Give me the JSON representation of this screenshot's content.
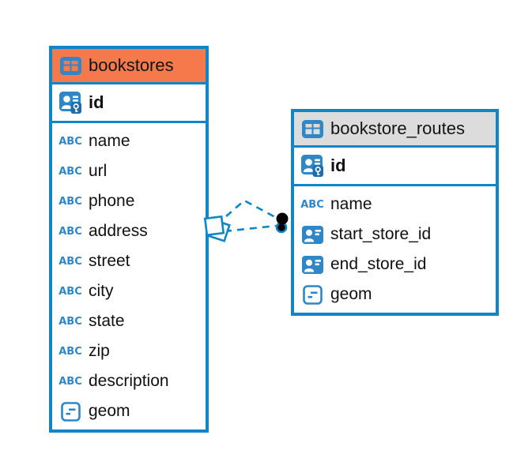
{
  "diagram": {
    "colors": {
      "line_blue": "#0e86c8",
      "accent_blue": "#2e87c9",
      "icon_blue_fill": "#2f87c8",
      "icon_badge_blue": "#1e6dac",
      "header_bookstores": "#f5794b",
      "header_routes": "#dcdcdc",
      "endpoint_dot": "#000000",
      "text": "#111111"
    },
    "icons": {
      "table": "table-icon",
      "pk": "person-key-icon",
      "fk": "person-card-icon",
      "text": "abc-icon",
      "geom": "geometry-icon"
    },
    "tables": [
      {
        "name": "bookstores",
        "header_color": "#f5794b",
        "columns": [
          {
            "name": "id",
            "type": "pk"
          },
          {
            "name": "name",
            "type": "text"
          },
          {
            "name": "url",
            "type": "text"
          },
          {
            "name": "phone",
            "type": "text"
          },
          {
            "name": "address",
            "type": "text"
          },
          {
            "name": "street",
            "type": "text"
          },
          {
            "name": "city",
            "type": "text"
          },
          {
            "name": "state",
            "type": "text"
          },
          {
            "name": "zip",
            "type": "text"
          },
          {
            "name": "description",
            "type": "text"
          },
          {
            "name": "geom",
            "type": "geom"
          }
        ]
      },
      {
        "name": "bookstore_routes",
        "header_color": "#dcdcdc",
        "columns": [
          {
            "name": "id",
            "type": "pk"
          },
          {
            "name": "name",
            "type": "text"
          },
          {
            "name": "start_store_id",
            "type": "fk"
          },
          {
            "name": "end_store_id",
            "type": "fk"
          },
          {
            "name": "geom",
            "type": "geom"
          }
        ]
      }
    ],
    "relationship": {
      "source_table": "bookstores",
      "target_table": "bookstore_routes",
      "line_style": "dashed",
      "line_count": 2
    }
  }
}
